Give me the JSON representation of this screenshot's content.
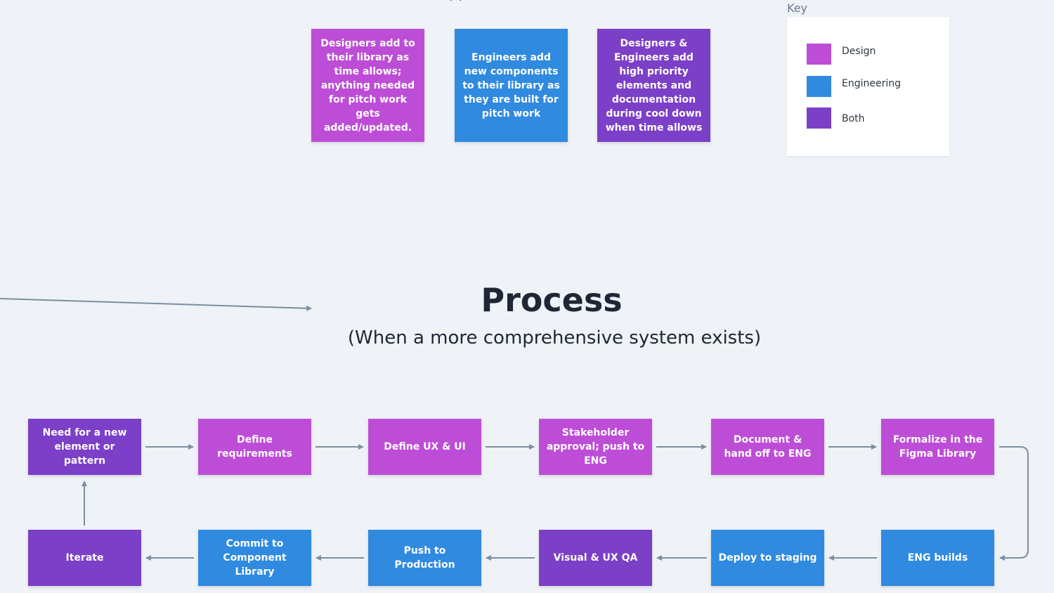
{
  "top_clipped_text": "p      p",
  "phases": [
    {
      "id": "design",
      "text": "Designers add to their library as time allows; anything needed for pitch work gets added/updated."
    },
    {
      "id": "eng",
      "text": "Engineers add new components to their library as they are built for pitch work"
    },
    {
      "id": "both",
      "text": "Designers & Engineers add high priority elements and documentation during cool down when time allows"
    }
  ],
  "key": {
    "title": "Key",
    "items": [
      {
        "label": "Design",
        "color": "#bd4dd6"
      },
      {
        "label": "Engineering",
        "color": "#2f8ae0"
      },
      {
        "label": "Both",
        "color": "#7c3fc7"
      }
    ]
  },
  "process": {
    "title": "Process",
    "subtitle": "(When a more comprehensive system exists)"
  },
  "flow_top": [
    {
      "label": "Need for a new element or pattern",
      "role": "both"
    },
    {
      "label": "Define requirements",
      "role": "design"
    },
    {
      "label": "Define UX & UI",
      "role": "design"
    },
    {
      "label": "Stakeholder approval; push to ENG",
      "role": "design"
    },
    {
      "label": "Document & hand off to ENG",
      "role": "design"
    },
    {
      "label": "Formalize in the Figma Library",
      "role": "design"
    }
  ],
  "flow_bottom": [
    {
      "label": "Iterate",
      "role": "both"
    },
    {
      "label": "Commit to Component Library",
      "role": "eng"
    },
    {
      "label": "Push to Production",
      "role": "eng"
    },
    {
      "label": "Visual & UX QA",
      "role": "both"
    },
    {
      "label": "Deploy to staging",
      "role": "eng"
    },
    {
      "label": "ENG builds",
      "role": "eng"
    }
  ],
  "colors": {
    "design": "#bd4dd6",
    "engineering": "#2f8ae0",
    "both": "#7c3fc7",
    "connector": "#7d8ea0"
  }
}
